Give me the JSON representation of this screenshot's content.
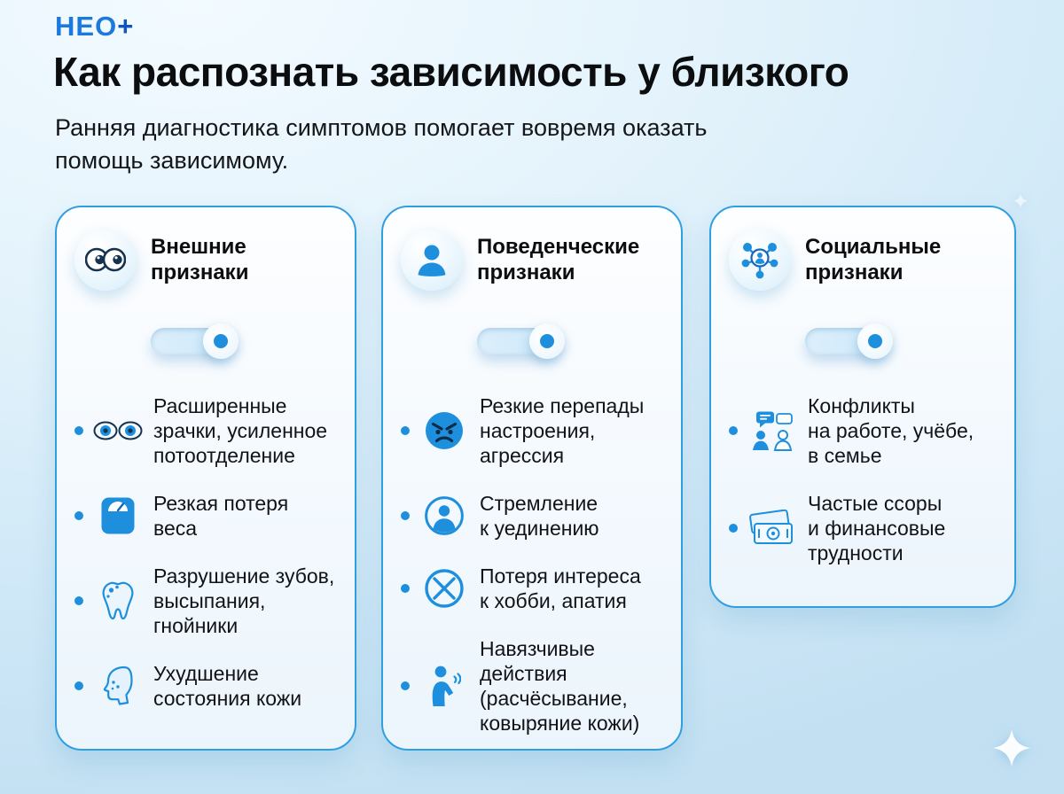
{
  "logo": {
    "neo": "НЕО",
    "plus": "+"
  },
  "header": {
    "title": "Как распознать зависимость у близкого",
    "subtitle": "Ранняя диагностика симптомов помогает вовремя оказать\nпомощь зависимому."
  },
  "colors": {
    "accent": "#1e8fdd",
    "accent_navy": "#16324f",
    "card_border": "#2ea0e0",
    "background": "#cfe8f7",
    "text": "#0e0e10"
  },
  "cards": [
    {
      "title": "Внешние\nпризнаки",
      "icon": "eyes-icon",
      "toggle_on": true,
      "items": [
        {
          "icon": "dilated-pupils-icon",
          "text": "Расширенные\nзрачки, усиленное\nпотоотделение"
        },
        {
          "icon": "weight-scale-icon",
          "text": "Резкая потеря\nвеса"
        },
        {
          "icon": "tooth-icon",
          "text": "Разрушение зубов,\nвысыпания,\nгнойники"
        },
        {
          "icon": "skin-face-icon",
          "text": "Ухудшение\nсостояния кожи"
        }
      ]
    },
    {
      "title": "Поведенческие\nпризнаки",
      "icon": "person-icon",
      "toggle_on": true,
      "items": [
        {
          "icon": "angry-face-icon",
          "text": "Резкие перепады\nнастроения,\nагрессия"
        },
        {
          "icon": "solitude-person-icon",
          "text": "Стремление\nк уединению"
        },
        {
          "icon": "no-interest-icon",
          "text": "Потеря интереса\nк хобби, апатия"
        },
        {
          "icon": "compulsive-scratching-icon",
          "text": "Навязчивые\nдействия\n(расчёсывание,\nковыряние кожи)"
        }
      ]
    },
    {
      "title": "Социальные\nпризнаки",
      "icon": "social-network-icon",
      "toggle_on": true,
      "items": [
        {
          "icon": "conflict-people-icon",
          "text": "Конфликты\nна работе, учёбе,\nв семье"
        },
        {
          "icon": "money-icon",
          "text": "Частые ссоры\nи финансовые\nтрудности"
        }
      ]
    }
  ]
}
